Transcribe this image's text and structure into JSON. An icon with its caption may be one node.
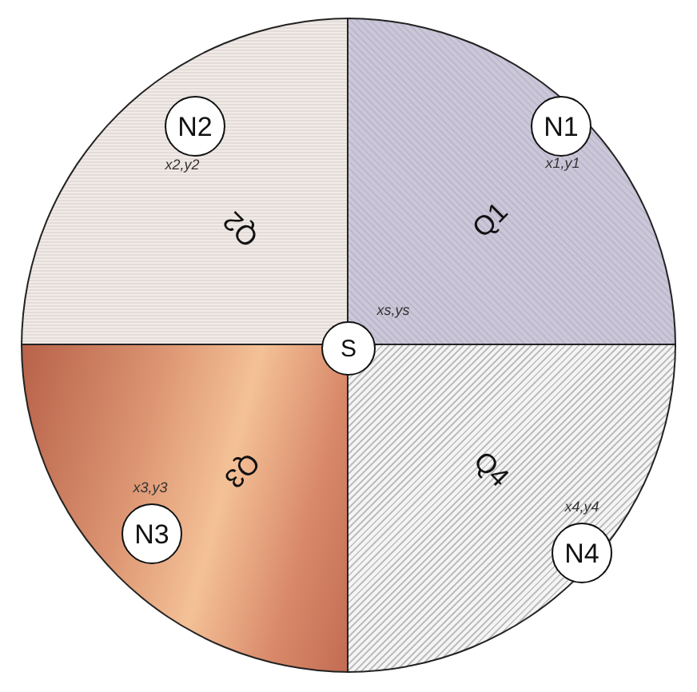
{
  "diagram": {
    "nodes": [
      {
        "text": [
          "Q2"
        ]
      },
      {
        "text": [
          "N2"
        ],
        "in": 0,
        "beside": [
          "x2,y2"
        ]
      },
      {
        "text": [
          "Q1"
        ]
      },
      {
        "text": [
          "N1"
        ],
        "in": 2,
        "beside": [
          "x1,y1"
        ]
      },
      {
        "text": [
          "S"
        ],
        "beside": [
          "xs,ys"
        ]
      },
      {
        "text": [
          "Q3"
        ]
      },
      {
        "text": [
          "N3"
        ],
        "in": 5,
        "beside": [
          "x3,y3"
        ]
      },
      {
        "text": [
          "Q4"
        ]
      },
      {
        "text": [
          "N4"
        ],
        "in": 7,
        "beside": [
          "x4,y4"
        ]
      }
    ]
  }
}
